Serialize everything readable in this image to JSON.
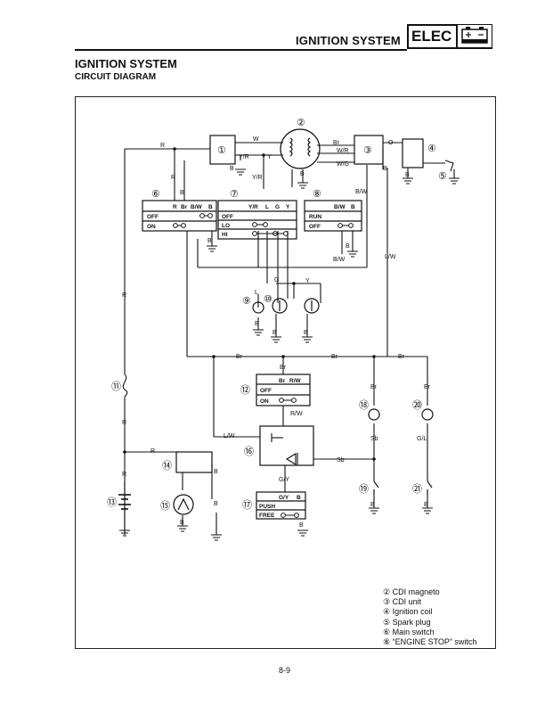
{
  "header": {
    "title": "IGNITION SYSTEM",
    "badge": "ELEC"
  },
  "section": {
    "title": "IGNITION SYSTEM",
    "subtitle": "CIRCUIT DIAGRAM"
  },
  "components": {
    "n1": "①",
    "n2": "②",
    "n3": "③",
    "n4": "④",
    "n5": "⑤",
    "n6": "⑥",
    "n7": "⑦",
    "n8": "⑧",
    "n9": "⑨",
    "n10": "⑩",
    "n11": "⑪",
    "n12": "⑫",
    "n13": "⑬",
    "n14": "⑭",
    "n15": "⑮",
    "n16": "⑯",
    "n17": "⑰",
    "n18": "⑱",
    "n19": "⑲",
    "n20": "⑳",
    "n21": "㉑"
  },
  "wires": {
    "R": "R",
    "W": "W",
    "Br": "Br",
    "O": "O",
    "Y": "Y",
    "YR": "Y/R",
    "B": "B",
    "BW": "B/W",
    "WR": "W/R",
    "WG": "W/G",
    "LW": "L/W",
    "L": "L",
    "G": "G",
    "RW": "R/W",
    "Sb": "Sb",
    "GY": "G/Y",
    "GL": "G/L"
  },
  "switch_tables": {
    "main": {
      "cols": [
        "R",
        "Br",
        "B/W",
        "B"
      ],
      "rows": [
        "OFF",
        "ON"
      ]
    },
    "lights": {
      "cols": [
        "Y/R",
        "L",
        "G",
        "Y"
      ],
      "rows": [
        "OFF",
        "LO",
        "HI"
      ]
    },
    "stop": {
      "cols": [
        "B/W",
        "B"
      ],
      "rows": [
        "RUN",
        "OFF"
      ]
    },
    "s12": {
      "cols": [
        "Br",
        "R/W"
      ],
      "rows": [
        "OFF",
        "ON"
      ]
    },
    "s17": {
      "cols": [
        "G/Y",
        "B"
      ],
      "rows": [
        "PUSH",
        "FREE"
      ]
    }
  },
  "legend": [
    {
      "num": "②",
      "label": "CDI magneto"
    },
    {
      "num": "③",
      "label": "CDI unit"
    },
    {
      "num": "④",
      "label": "Ignition coil"
    },
    {
      "num": "⑤",
      "label": "Spark plug"
    },
    {
      "num": "⑥",
      "label": "Main switch"
    },
    {
      "num": "⑧",
      "label": "“ENGINE STOP” switch"
    }
  ],
  "page_number": "8-9"
}
